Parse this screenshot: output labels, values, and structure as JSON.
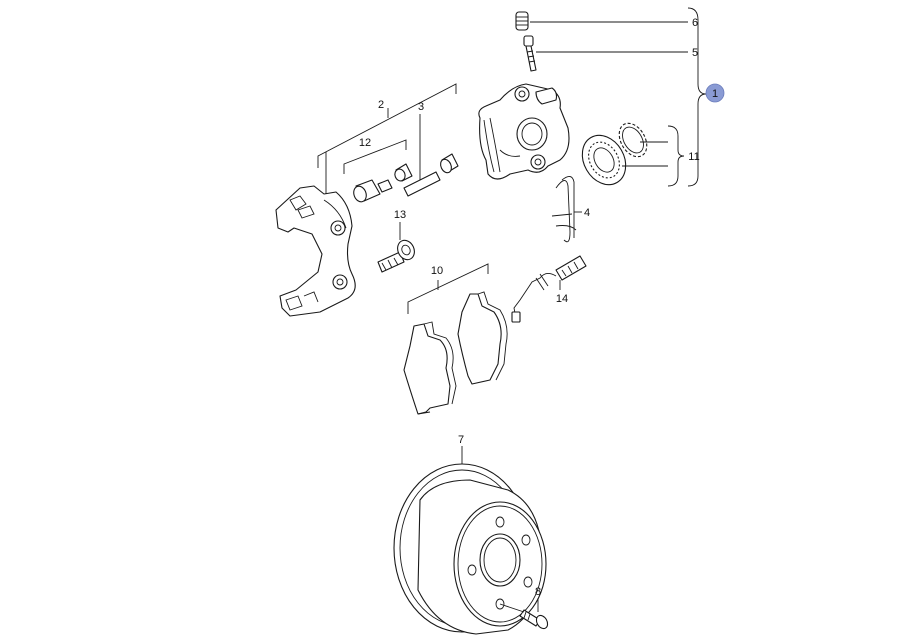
{
  "diagram": {
    "callouts": {
      "c1": "1",
      "c2": "2",
      "c3": "3",
      "c4": "4",
      "c5": "5",
      "c6": "6",
      "c7": "7",
      "c8": "8",
      "c10": "10",
      "c11": "11",
      "c12": "12",
      "c13": "13",
      "c14": "14"
    },
    "highlight_color": "#8a9bd4"
  }
}
